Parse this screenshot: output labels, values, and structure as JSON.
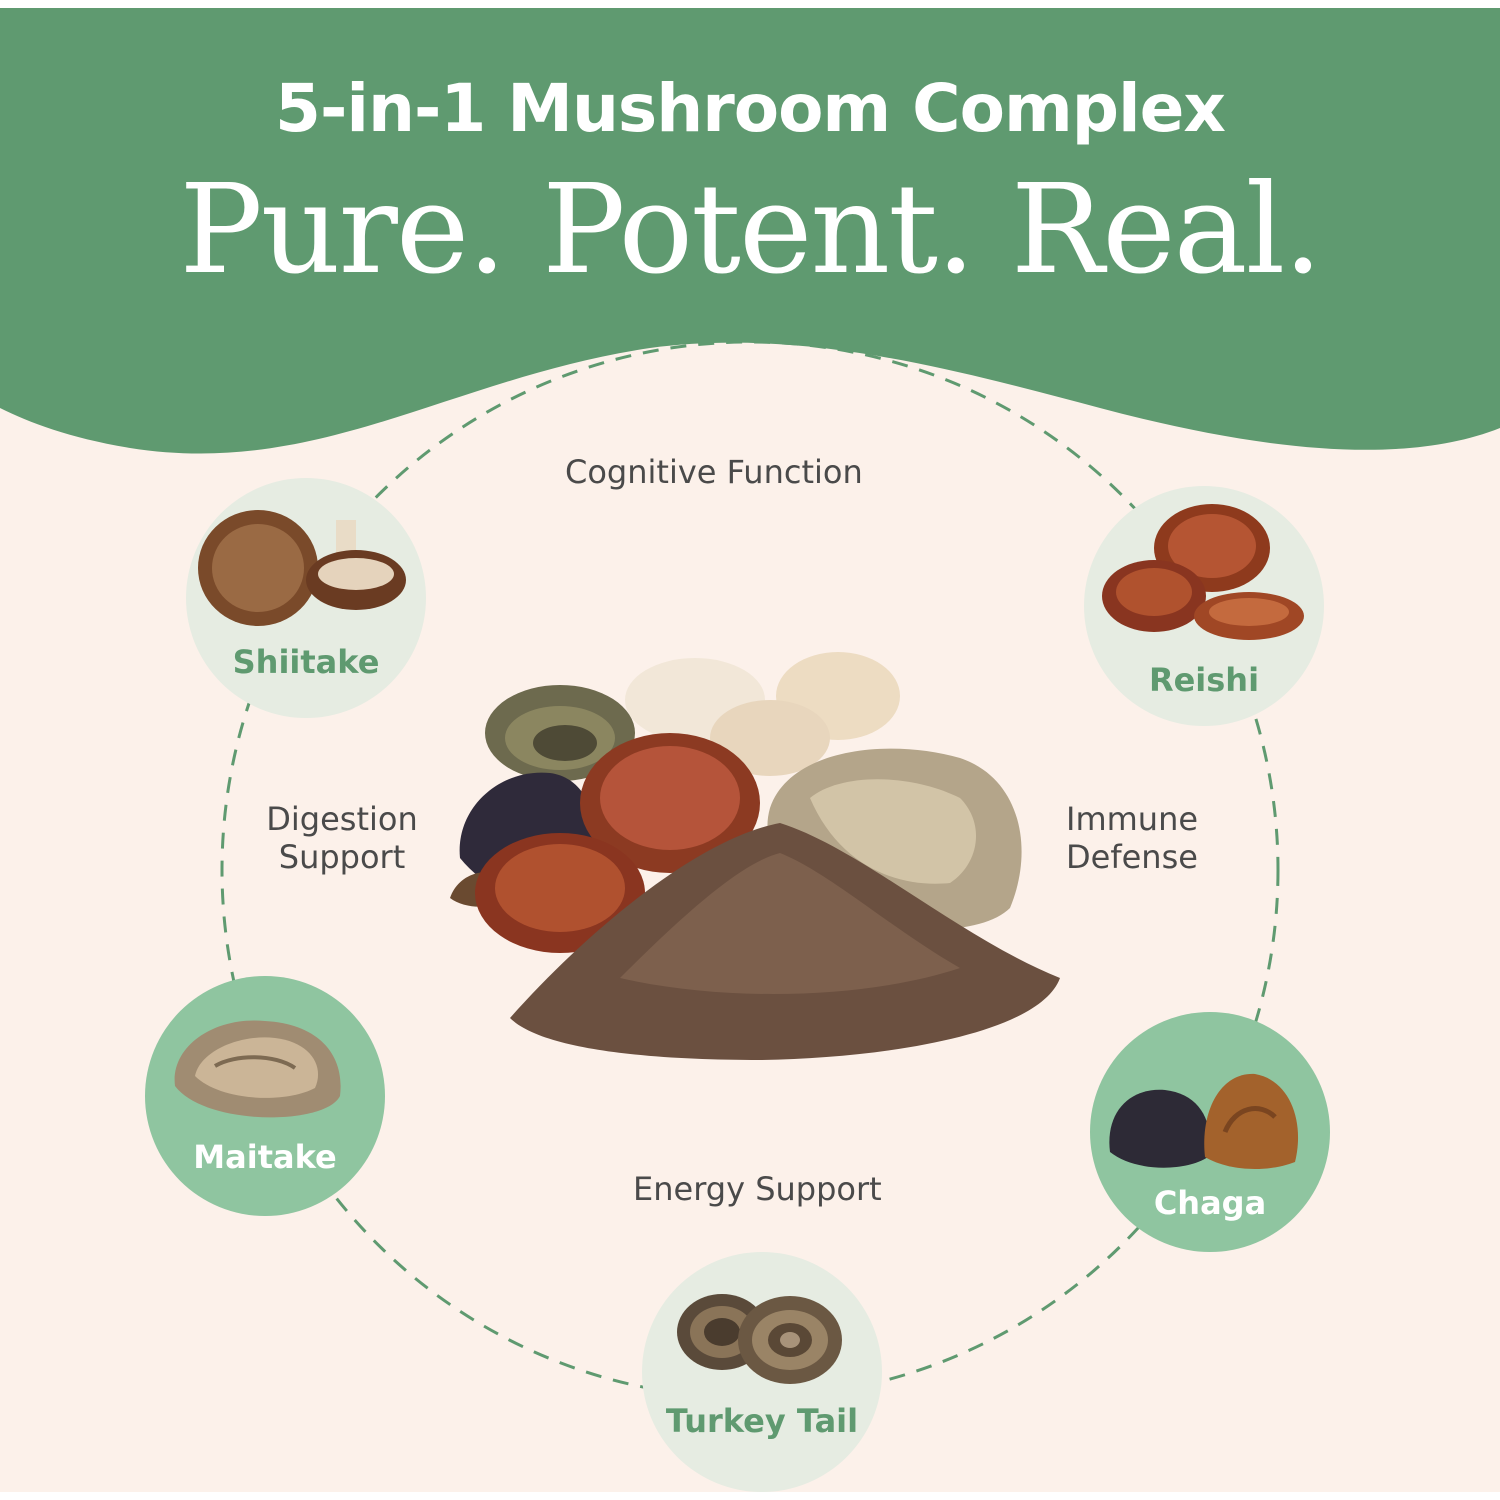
{
  "header": {
    "headline": "5-in-1 Mushroom Complex",
    "tagline": "Pure. Potent. Real."
  },
  "benefits": {
    "top": "Cognitive Function",
    "left_line1": "Digestion",
    "left_line2": "Support",
    "right_line1": "Immune",
    "right_line2": "Defense",
    "bottom": "Energy Support"
  },
  "mushrooms": {
    "shiitake": "Shiitake",
    "reishi": "Reishi",
    "maitake": "Maitake",
    "chaga": "Chaga",
    "turkey_tail": "Turkey Tail"
  },
  "colors": {
    "brand_green": "#5f9a70",
    "background": "#fcf1ea",
    "badge_pale": "#e6ece2",
    "badge_mint": "#8fc5a0"
  }
}
